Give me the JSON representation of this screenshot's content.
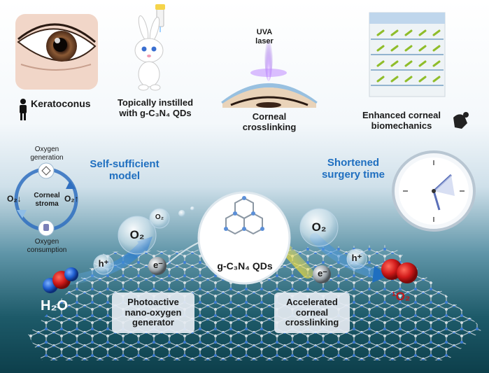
{
  "top_row": {
    "keratoconus": "Keratoconus",
    "instilled": "Topically instilled\nwith g-C₃N₄ QDs",
    "uva_laser": "UVA\nlaser",
    "crosslinking": "Corneal\ncrosslinking",
    "biomechanics": "Enhanced corneal\nbiomechanics"
  },
  "cycle": {
    "generation": "Oxygen\ngeneration",
    "stroma": "Corneal\nstroma",
    "consumption": "Oxygen\nconsumption",
    "o2_down": "O₂↓",
    "o2_up": "O₂↑"
  },
  "headings": {
    "self_sufficient": "Self-sufficient\nmodel",
    "shortened": "Shortened\nsurgery time"
  },
  "bottom": {
    "qd_label": "g-C₃N₄ QDs",
    "h2o": "H₂O",
    "singlet": "¹O₂",
    "h_plus": "h⁺",
    "e_minus": "e⁻",
    "o2": "O₂",
    "generator_box": "Photoactive\nnano-oxygen\ngenerator",
    "accelerated_box": "Accelerated\ncorneal\ncrosslinking"
  },
  "colors": {
    "accent_blue": "#1f6fc0",
    "deep_teal": "#0d4a55",
    "singlet_red": "#c0171c"
  }
}
